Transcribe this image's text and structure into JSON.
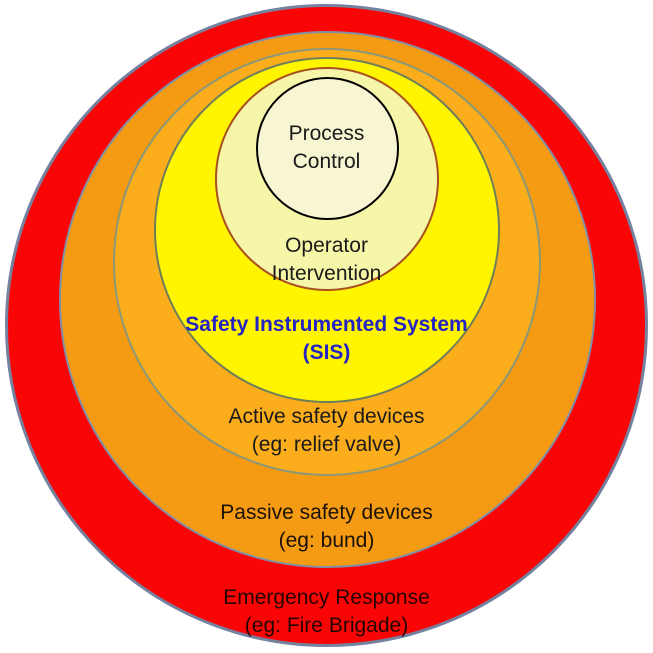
{
  "layers": [
    {
      "name": "process-control",
      "label": "Process\nControl",
      "fill": "#F8F6D2",
      "border": "#000000",
      "text_color": "#1A1A1A",
      "bold": false
    },
    {
      "name": "operator-intervention",
      "label": "Operator\nIntervention",
      "fill": "#F6F6A9",
      "border": "#A8511F",
      "text_color": "#1A1A1A",
      "bold": false
    },
    {
      "name": "safety-instrumented-system",
      "label": "Safety Instrumented System\n(SIS)",
      "fill": "#FFF501",
      "border": "#6E7F58",
      "text_color": "#2424C4",
      "bold": true
    },
    {
      "name": "active-safety-devices",
      "label": "Active safety devices\n(eg: relief valve)",
      "fill": "#FBAD1B",
      "border": "#8A9878",
      "text_color": "#1A1A1A",
      "bold": false
    },
    {
      "name": "passive-safety-devices",
      "label": "Passive safety devices\n(eg: bund)",
      "fill": "#F59B13",
      "border": "#8090A6",
      "text_color": "#1A1208",
      "bold": false
    },
    {
      "name": "emergency-response",
      "label": "Emergency Response\n(eg: Fire Brigade)",
      "fill": "#FA0505",
      "border": "#74819F",
      "text_color": "#250500",
      "bold": false
    }
  ]
}
